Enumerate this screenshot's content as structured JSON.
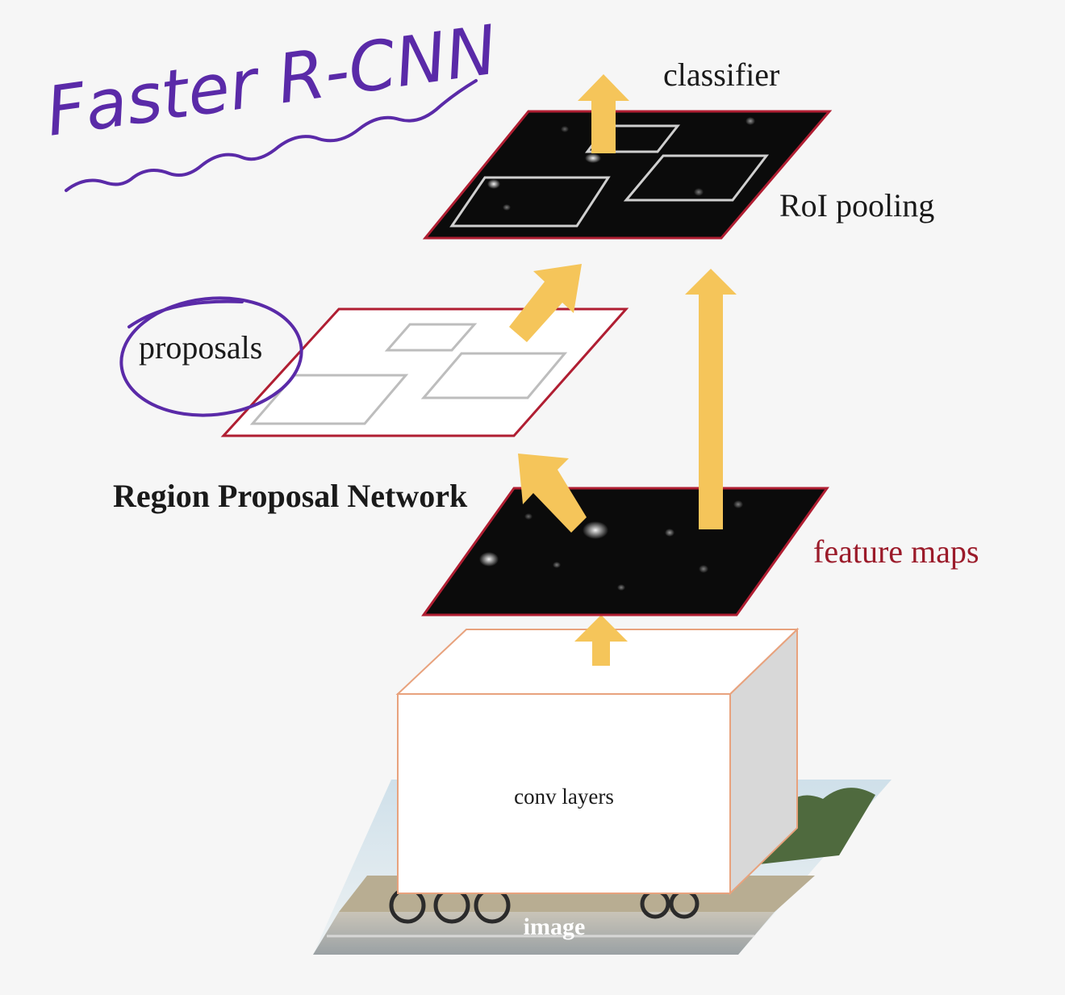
{
  "annotation": {
    "handwritten_title": "Faster R-CNN"
  },
  "labels": {
    "classifier": "classifier",
    "roi_pooling": "RoI pooling",
    "proposals": "proposals",
    "region_proposal_network": "Region Proposal Network",
    "feature_maps": "feature maps",
    "conv_layers": "conv layers",
    "image": "image"
  },
  "colors": {
    "arrow": "#f5c55a",
    "plane_border": "#b01e32",
    "feature_map": "#0b0b0b",
    "annotation_ink": "#5a2aa8",
    "conv_box_border": "#e8a27d"
  }
}
